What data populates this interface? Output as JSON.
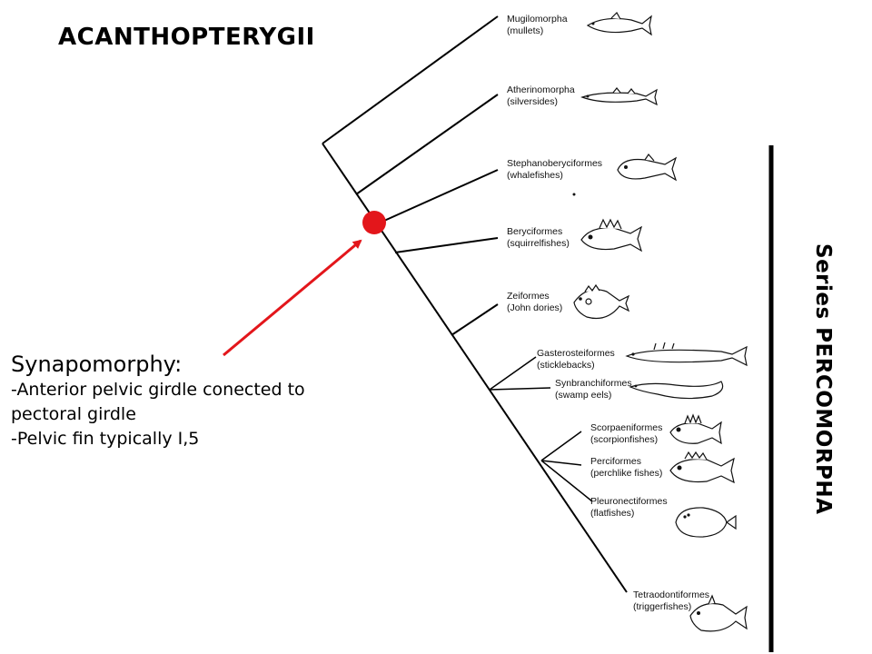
{
  "title": "ACANTHOPTERYGII",
  "synapomorphy": {
    "heading": "Synapomorphy:",
    "points": [
      "-Anterior pelvic girdle conected to",
      "pectoral girdle",
      "-Pelvic fin typically I,5"
    ]
  },
  "side_label": "Series PERCOMORPHA",
  "taxa": [
    {
      "name": "Mugilomorpha",
      "common": "(mullets)",
      "icon": "mullet-icon"
    },
    {
      "name": "Atherinomorpha",
      "common": "(silversides)",
      "icon": "silverside-icon"
    },
    {
      "name": "Stephanoberyciformes",
      "common": "(whalefishes)",
      "icon": "whalefish-icon"
    },
    {
      "name": "Beryciformes",
      "common": "(squirrelfishes)",
      "icon": "squirrelfish-icon"
    },
    {
      "name": "Zeiformes",
      "common": "(John dories)",
      "icon": "john-dory-icon"
    },
    {
      "name": "Gasterosteiformes",
      "common": "(sticklebacks)",
      "icon": "stickleback-icon"
    },
    {
      "name": "Synbranchiformes",
      "common": "(swamp eels)",
      "icon": "swamp-eel-icon"
    },
    {
      "name": "Scorpaeniformes",
      "common": "(scorpionfishes)",
      "icon": "scorpionfish-icon"
    },
    {
      "name": "Perciformes",
      "common": "(perchlike fishes)",
      "icon": "perch-icon"
    },
    {
      "name": "Pleuronectiformes",
      "common": "(flatfishes)",
      "icon": "flatfish-icon"
    },
    {
      "name": "Tetraodontiformes",
      "common": "(triggerfishes)",
      "icon": "triggerfish-icon"
    }
  ],
  "colors": {
    "marker": "#e3161b",
    "arrow": "#e3161b",
    "lines": "#000000"
  }
}
